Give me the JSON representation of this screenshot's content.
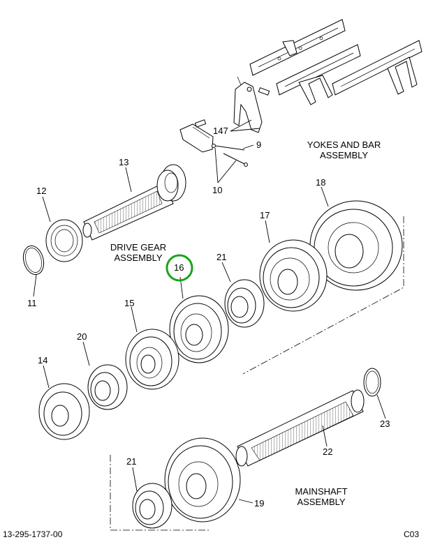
{
  "captions": {
    "yokes": [
      "YOKES AND BAR",
      "ASSEMBLY"
    ],
    "drive": [
      "DRIVE GEAR",
      "ASSEMBLY"
    ],
    "mainshaft": [
      "MAINSHAFT",
      "ASSEMBLY"
    ]
  },
  "callouts": {
    "c147": "147",
    "c9": "9",
    "c10": "10",
    "c13": "13",
    "c12": "12",
    "c11": "11",
    "c18": "18",
    "c17": "17",
    "c21a": "21",
    "c16": "16",
    "c15": "15",
    "c20": "20",
    "c14": "14",
    "c23": "23",
    "c22": "22",
    "c21b": "21",
    "c19": "19"
  },
  "highlight": {
    "target": "16",
    "color": "#1aa31a"
  },
  "footer": {
    "left": "13-295-1737-00",
    "right": "C03"
  }
}
